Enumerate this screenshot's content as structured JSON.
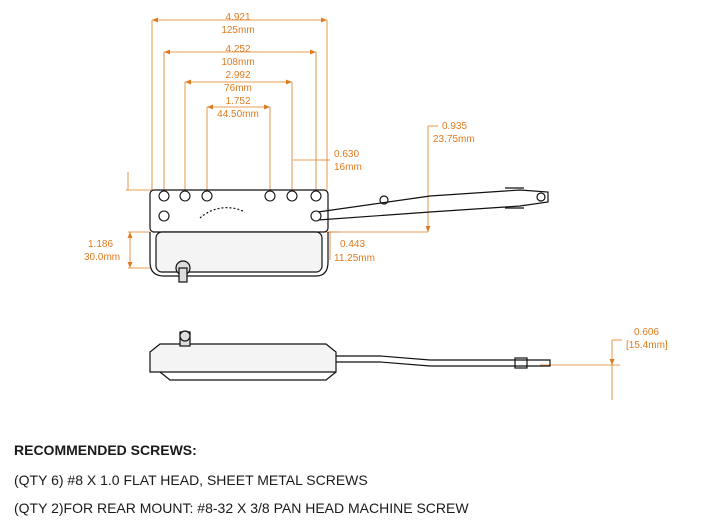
{
  "dimensions": {
    "overall": {
      "inch": "4.921",
      "mm": "125mm"
    },
    "outer_holes": {
      "inch": "4.252",
      "mm": "108mm"
    },
    "middle_holes": {
      "inch": "2.992",
      "mm": "76mm"
    },
    "inner_holes": {
      "inch": "1.752",
      "mm": "44.50mm"
    },
    "arm_offset": {
      "inch": "0.935",
      "mm": "23.75mm"
    },
    "rear_hole_offset": {
      "inch": "0.630",
      "mm": "16mm"
    },
    "base_height": {
      "inch": "1.186",
      "mm": "30.0mm"
    },
    "arm_height": {
      "inch": "0.443",
      "mm": "11.25mm"
    },
    "side_height": {
      "inch": "0.606",
      "mm": "[15.4mm]"
    }
  },
  "notes": {
    "heading": "RECOMMENDED SCREWS:",
    "line1": "(QTY 6) #8 X 1.0 FLAT HEAD, SHEET METAL SCREWS",
    "line2": "(QTY 2)FOR REAR MOUNT: #8-32 X 3/8 PAN HEAD MACHINE SCREW"
  },
  "colors": {
    "dimension": "#e07b1f",
    "part_outline": "#111111"
  }
}
